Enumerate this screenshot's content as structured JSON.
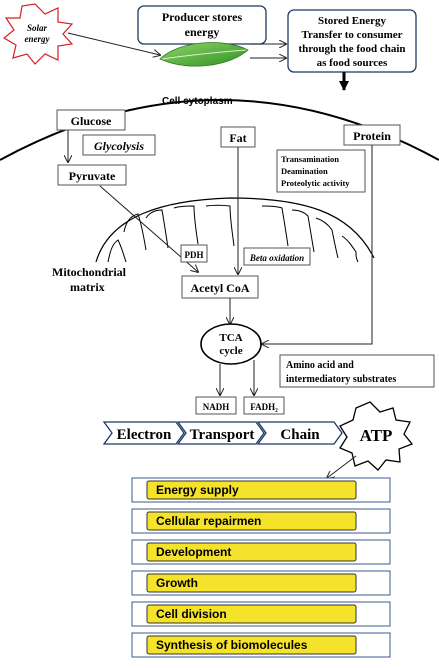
{
  "solar": {
    "line1": "Solar",
    "line2": "energy"
  },
  "producer": {
    "line1": "Producer stores",
    "line2": "energy"
  },
  "stored": {
    "line1": "Stored Energy",
    "line2": "Transfer  to consumer",
    "line3": "through the food chain",
    "line4": "as food sources"
  },
  "cell_cytoplasm": "Cell cytoplasm",
  "glucose": "Glucose",
  "glycolysis": "Glycolysis",
  "pyruvate": "Pyruvate",
  "fat": "Fat",
  "protein": "Protein",
  "protein_processes": {
    "line1": "Transamination",
    "line2": "Deamination",
    "line3": "Proteolytic activity"
  },
  "mito_matrix": {
    "line1": "Mitochondrial",
    "line2": "matrix"
  },
  "pdh": "PDH",
  "beta_oxidation": "Beta oxidation",
  "acetyl_coa": "Acetyl CoA",
  "tca": {
    "line1": "TCA",
    "line2": "cycle"
  },
  "amino_acid": {
    "line1": "Amino  acid  and",
    "line2": "intermediatory  substrates"
  },
  "nadh": "NADH",
  "fadh2": "FADH₂",
  "etc": {
    "electron": "Electron",
    "transport": "Transport",
    "chain": "Chain"
  },
  "atp": "ATP",
  "atp_uses": [
    "Energy  supply",
    "Cellular repairmen",
    "Development",
    "Growth",
    "Cell division",
    "Synthesis of biomolecules"
  ],
  "colors": {
    "box_border": "#1f3864",
    "yellow": "#f5e22a",
    "yellow_border": "#333333",
    "list_frame": "#3b5b92",
    "solar_stroke": "#d62020",
    "leaf": "#56b83a",
    "etc_fill": "#ffffff"
  }
}
